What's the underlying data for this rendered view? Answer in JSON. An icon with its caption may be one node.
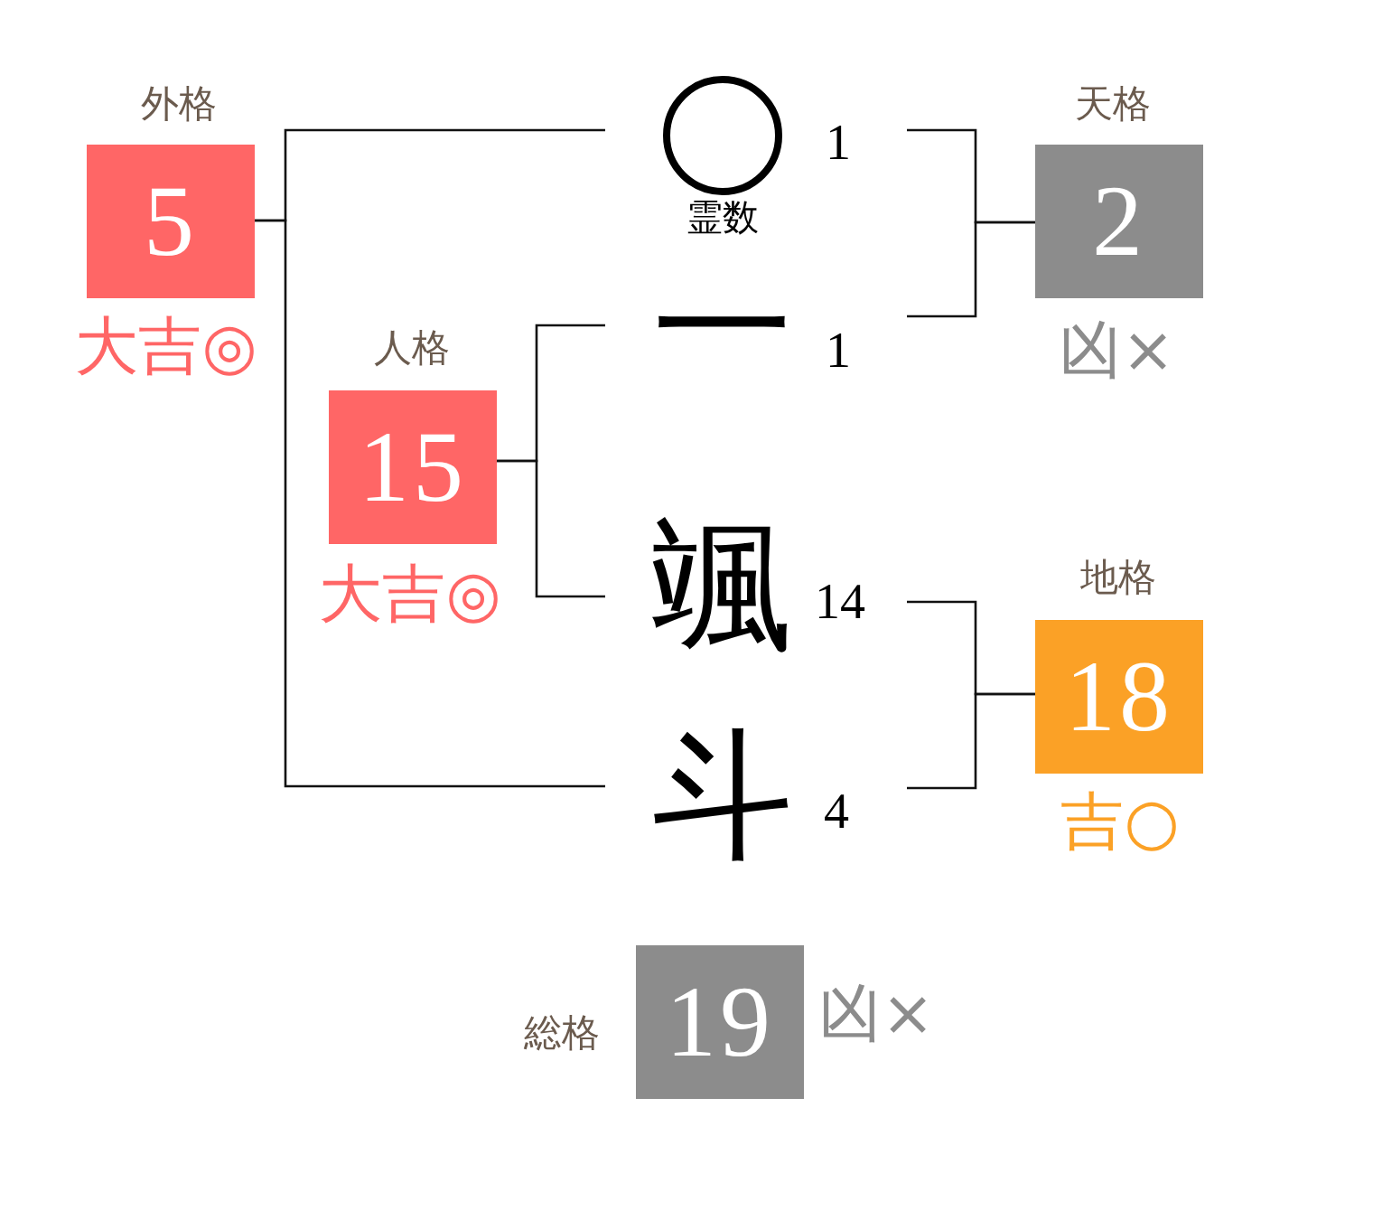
{
  "diagram": {
    "nodes": [
      {
        "text": [
          "外格",
          "5"
        ],
        "beside": [
          "大吉◎"
        ]
      },
      {
        "text": [],
        "shape": "circle",
        "beside": [
          "霊数",
          "1"
        ]
      },
      {
        "text": [
          "天格",
          "2"
        ],
        "beside": [
          "凶×"
        ]
      },
      {
        "text": [
          "一"
        ],
        "beside": [
          "1"
        ]
      },
      {
        "text": [
          "人格",
          "15"
        ],
        "beside": [
          "大吉◎"
        ]
      },
      {
        "text": [
          "颯"
        ],
        "beside": [
          "14"
        ]
      },
      {
        "text": [
          "地格",
          "18"
        ],
        "beside": [
          "吉○"
        ]
      },
      {
        "text": [
          "斗"
        ],
        "beside": [
          "4"
        ]
      },
      {
        "text": [
          "総格",
          "19"
        ],
        "beside": [
          "凶×"
        ]
      }
    ],
    "edges": [
      {
        "from": 1,
        "to": 0,
        "arrow": "none"
      },
      {
        "from": 7,
        "to": 0,
        "arrow": "none"
      },
      {
        "from": 1,
        "to": 2,
        "arrow": "none"
      },
      {
        "from": 3,
        "to": 2,
        "arrow": "none"
      },
      {
        "from": 3,
        "to": 4,
        "arrow": "none"
      },
      {
        "from": 5,
        "to": 4,
        "arrow": "none"
      },
      {
        "from": 5,
        "to": 6,
        "arrow": "none"
      },
      {
        "from": 7,
        "to": 6,
        "arrow": "none"
      }
    ]
  }
}
